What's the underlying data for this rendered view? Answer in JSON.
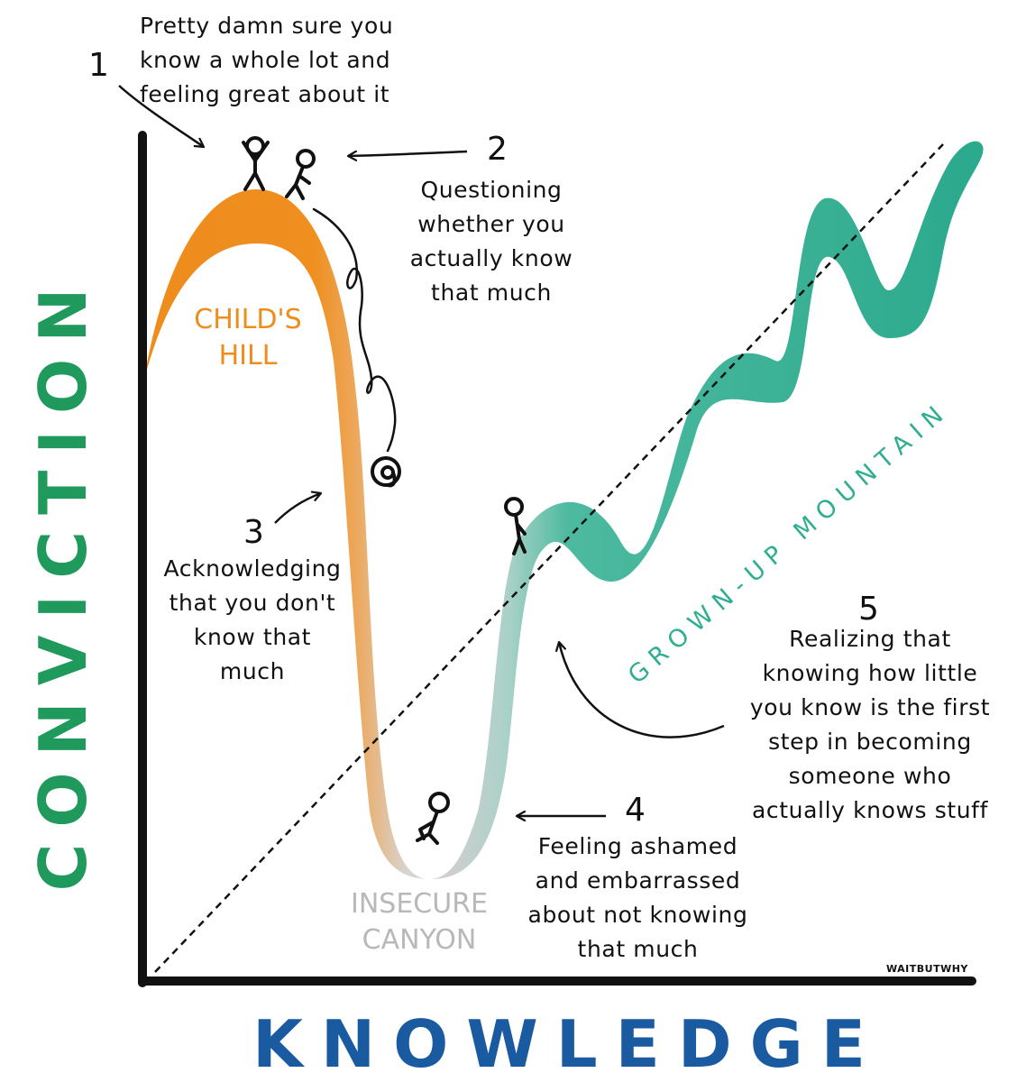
{
  "axes": {
    "y_label": "CONVICTION",
    "x_label": "KNOWLEDGE"
  },
  "zones": {
    "childs_hill": [
      "CHILD'S",
      "HILL"
    ],
    "insecure_canyon": [
      "INSECURE",
      "CANYON"
    ],
    "grown_up_mountain": "GROWN-UP MOUNTAIN"
  },
  "stages": [
    {
      "number": "1",
      "lines": [
        "Pretty damn sure you",
        "know a whole lot and",
        "feeling great about it"
      ]
    },
    {
      "number": "2",
      "lines": [
        "Questioning",
        "whether you",
        "actually know",
        "that much"
      ]
    },
    {
      "number": "3",
      "lines": [
        "Acknowledging",
        "that you don't",
        "know that",
        "much"
      ]
    },
    {
      "number": "4",
      "lines": [
        "Feeling ashamed",
        "and embarrassed",
        "about not knowing",
        "that much"
      ]
    },
    {
      "number": "5",
      "lines": [
        "Realizing that",
        "knowing how little",
        "you know is the first",
        "step in becoming",
        "someone who",
        "actually knows stuff"
      ]
    }
  ],
  "credit": "WAITBUTWHY",
  "colors": {
    "axis_y": "#1f9a5c",
    "axis_x": "#1a5aa0",
    "hill": "#ee8c1c",
    "canyon": "#bdbdbd",
    "mountain": "#2fae92",
    "ink": "#111111"
  }
}
